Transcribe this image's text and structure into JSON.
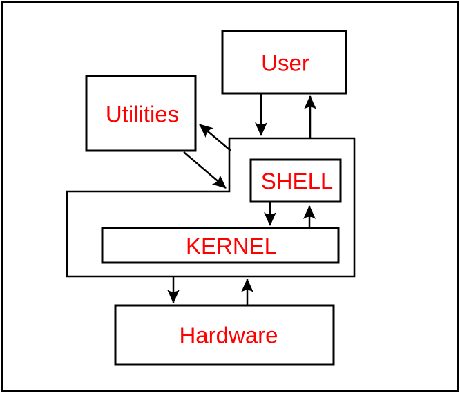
{
  "diagram": {
    "type": "flowchart",
    "subject": "Unix system architecture layers",
    "colors": {
      "label": "#ff0000",
      "stroke": "#000000",
      "background": "#ffffff"
    },
    "nodes": [
      {
        "id": "user",
        "label": "User"
      },
      {
        "id": "utilities",
        "label": "Utilities"
      },
      {
        "id": "shell",
        "label": "SHELL"
      },
      {
        "id": "kernel",
        "label": "KERNEL"
      },
      {
        "id": "hardware",
        "label": "Hardware"
      }
    ],
    "edges": [
      {
        "from": "user",
        "to": "shell-container",
        "direction": "down"
      },
      {
        "from": "shell-container",
        "to": "user",
        "direction": "up"
      },
      {
        "from": "shell-container",
        "to": "utilities",
        "direction": "up-left"
      },
      {
        "from": "utilities",
        "to": "shell-container",
        "direction": "down-right"
      },
      {
        "from": "shell",
        "to": "kernel",
        "direction": "down"
      },
      {
        "from": "kernel",
        "to": "shell",
        "direction": "up"
      },
      {
        "from": "shell-container",
        "to": "hardware",
        "direction": "down"
      },
      {
        "from": "hardware",
        "to": "shell-container",
        "direction": "up"
      }
    ]
  }
}
